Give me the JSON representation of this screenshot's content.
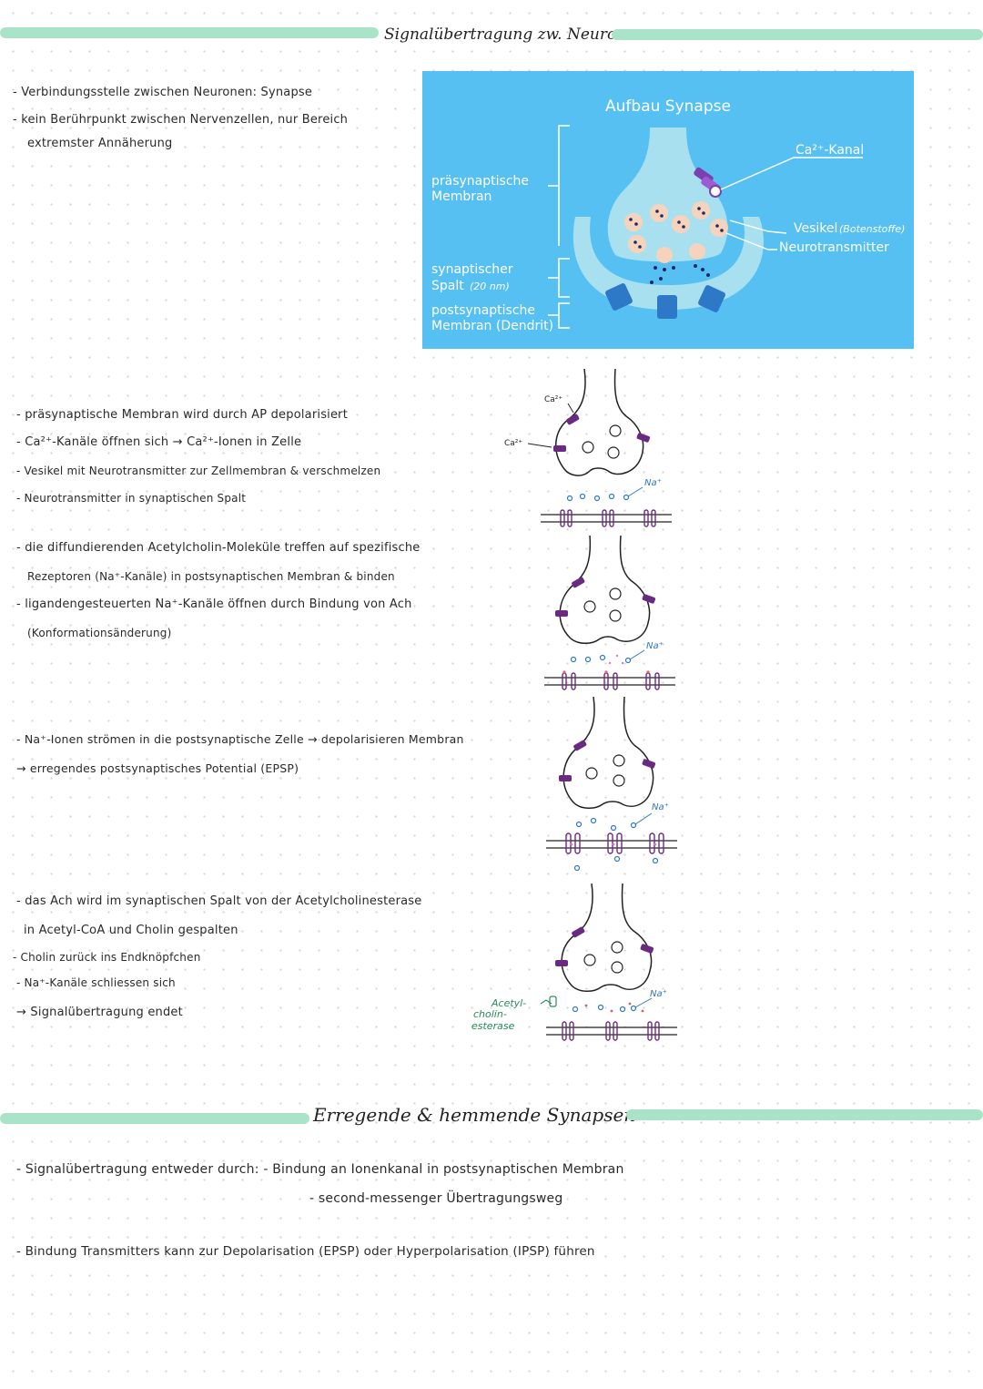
{
  "section1": {
    "title": "Signalübertragung zw. Neuronen",
    "intro": [
      "- Verbindungsstelle zwischen Neuronen: Synapse",
      "- kein Berührpunkt zwischen Nervenzellen, nur Bereich",
      "extremster Annäherung"
    ]
  },
  "diagram": {
    "title": "Aufbau Synapse",
    "labels": {
      "presynaptic": [
        "präsynaptische",
        "Membran"
      ],
      "cleft": [
        "synaptischer",
        "Spalt"
      ],
      "cleft_note": "(20 nm)",
      "postsynaptic": [
        "postsynaptische",
        "Membran (Dendrit)"
      ],
      "ca_channel": "Ca²⁺-Kanal",
      "vesicle": "Vesikel",
      "vesicle_note": "(Botenstoffe)",
      "neurotransmitter": "Neurotransmitter"
    },
    "colors": {
      "background": "#56c0f3",
      "cell": "#a8e0f0",
      "receptor": "#2e78c8",
      "channel": "#7a3fb0"
    }
  },
  "steps": [
    {
      "lines": [
        "- präsynaptische Membran wird durch AP depolarisiert",
        "- Ca²⁺-Kanäle öffnen sich → Ca²⁺-Ionen in Zelle",
        "- Vesikel mit Neurotransmitter zur Zellmembran & verschmelzen",
        "- Neurotransmitter in synaptischen Spalt"
      ],
      "figure": {
        "ca_top": "Ca²⁺",
        "ca_left": "Ca²⁺",
        "na": "Na⁺"
      }
    },
    {
      "lines": [
        "- die diffundierenden Acetylcholin-Moleküle treffen auf spezifische",
        "Rezeptoren (Na⁺-Kanäle) in postsynaptischen Membran & binden",
        "- ligandengesteuerten Na⁺-Kanäle öffnen durch Bindung von Ach",
        "(Konformationsänderung)"
      ],
      "figure": {
        "na": "Na⁺"
      }
    },
    {
      "lines": [
        "- Na⁺-Ionen strömen in die postsynaptische Zelle → depolarisieren Membran",
        "→ erregendes postsynaptisches Potential (EPSP)"
      ],
      "figure": {
        "na": "Na⁺"
      }
    },
    {
      "lines": [
        "- das Ach wird im synaptischen Spalt von der Acetylcholinesterase",
        "in Acetyl-CoA und Cholin gespalten",
        "- Cholin zurück ins Endknöpfchen",
        "- Na⁺-Kanäle schliessen sich",
        "→ Signalübertragung endet"
      ],
      "figure": {
        "na": "Na⁺",
        "enzyme": [
          "Acetyl-",
          "cholin-",
          "esterase"
        ]
      }
    }
  ],
  "section2": {
    "title": "Erregende & hemmende Synapsen",
    "lines": [
      "- Signalübertragung entweder durch: - Bindung an Ionenkanal in postsynaptischen Membran",
      "- second-messenger Übertragungsweg",
      "- Bindung Transmitters kann zur Depolarisation (EPSP) oder Hyperpolarisation (IPSP) führen"
    ]
  },
  "colors": {
    "highlight": "#a9e3c8",
    "ink": "#2a2a2a",
    "purple": "#6b2a82",
    "pink": "#e07ab0",
    "blue": "#2f77c0",
    "green": "#2a8a5a"
  }
}
